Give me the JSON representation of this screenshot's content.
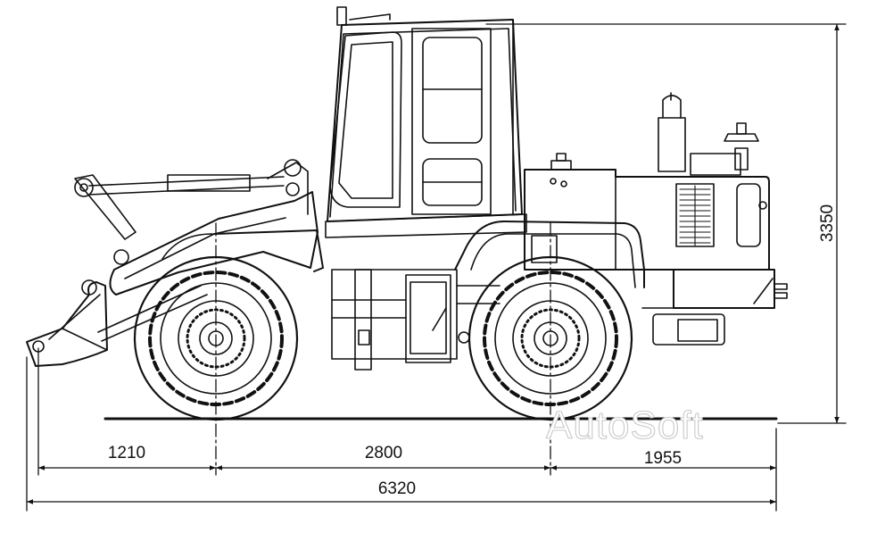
{
  "watermark": "AutoSoft",
  "dimensions": {
    "front_overhang": "1210",
    "wheelbase": "2800",
    "rear_overhang": "1955",
    "overall_length": "6320",
    "overall_height": "3350"
  }
}
